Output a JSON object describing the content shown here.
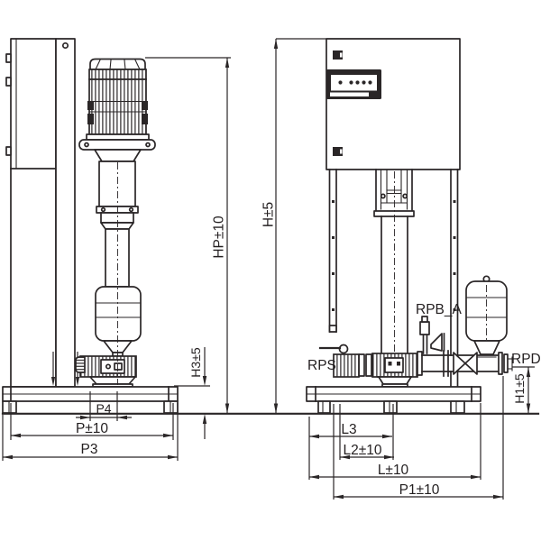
{
  "diagram": {
    "left_view": {
      "hp": "HP±10",
      "h3": "H3±5",
      "p4": "P4",
      "p": "P±10",
      "p3": "P3"
    },
    "right_view": {
      "h": "H±5",
      "h1": "H1±5",
      "l3": "L3",
      "l2": "L2±10",
      "l": "L±10",
      "p1": "P1±10",
      "rps": "RPS",
      "rpd": "RPD",
      "rpb_a": "RPB_A"
    }
  }
}
